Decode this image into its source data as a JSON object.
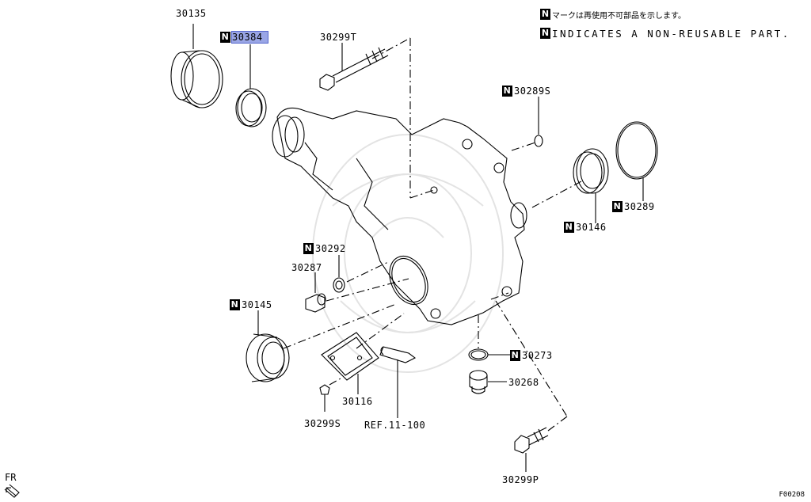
{
  "legend": {
    "badge": "N",
    "line_jp": "マークは再使用不可部品を示します。",
    "line_en": "INDICATES A NON-REUSABLE PART."
  },
  "parts": {
    "p30135": "30135",
    "p30384": "30384",
    "p30299T": "30299T",
    "p30289S": "30289S",
    "p30289": "30289",
    "p30146": "30146",
    "p30292": "30292",
    "p30287": "30287",
    "p30145": "30145",
    "p30273": "30273",
    "p30268": "30268",
    "p30116": "30116",
    "p30299S": "30299S",
    "ref": "REF.11-100",
    "p30299P": "30299P"
  },
  "fr_label": "FR",
  "figure_code": "F00208",
  "colors": {
    "highlight": "#9aa6e6",
    "line": "#000000",
    "watermark": "#e6e6e6"
  }
}
